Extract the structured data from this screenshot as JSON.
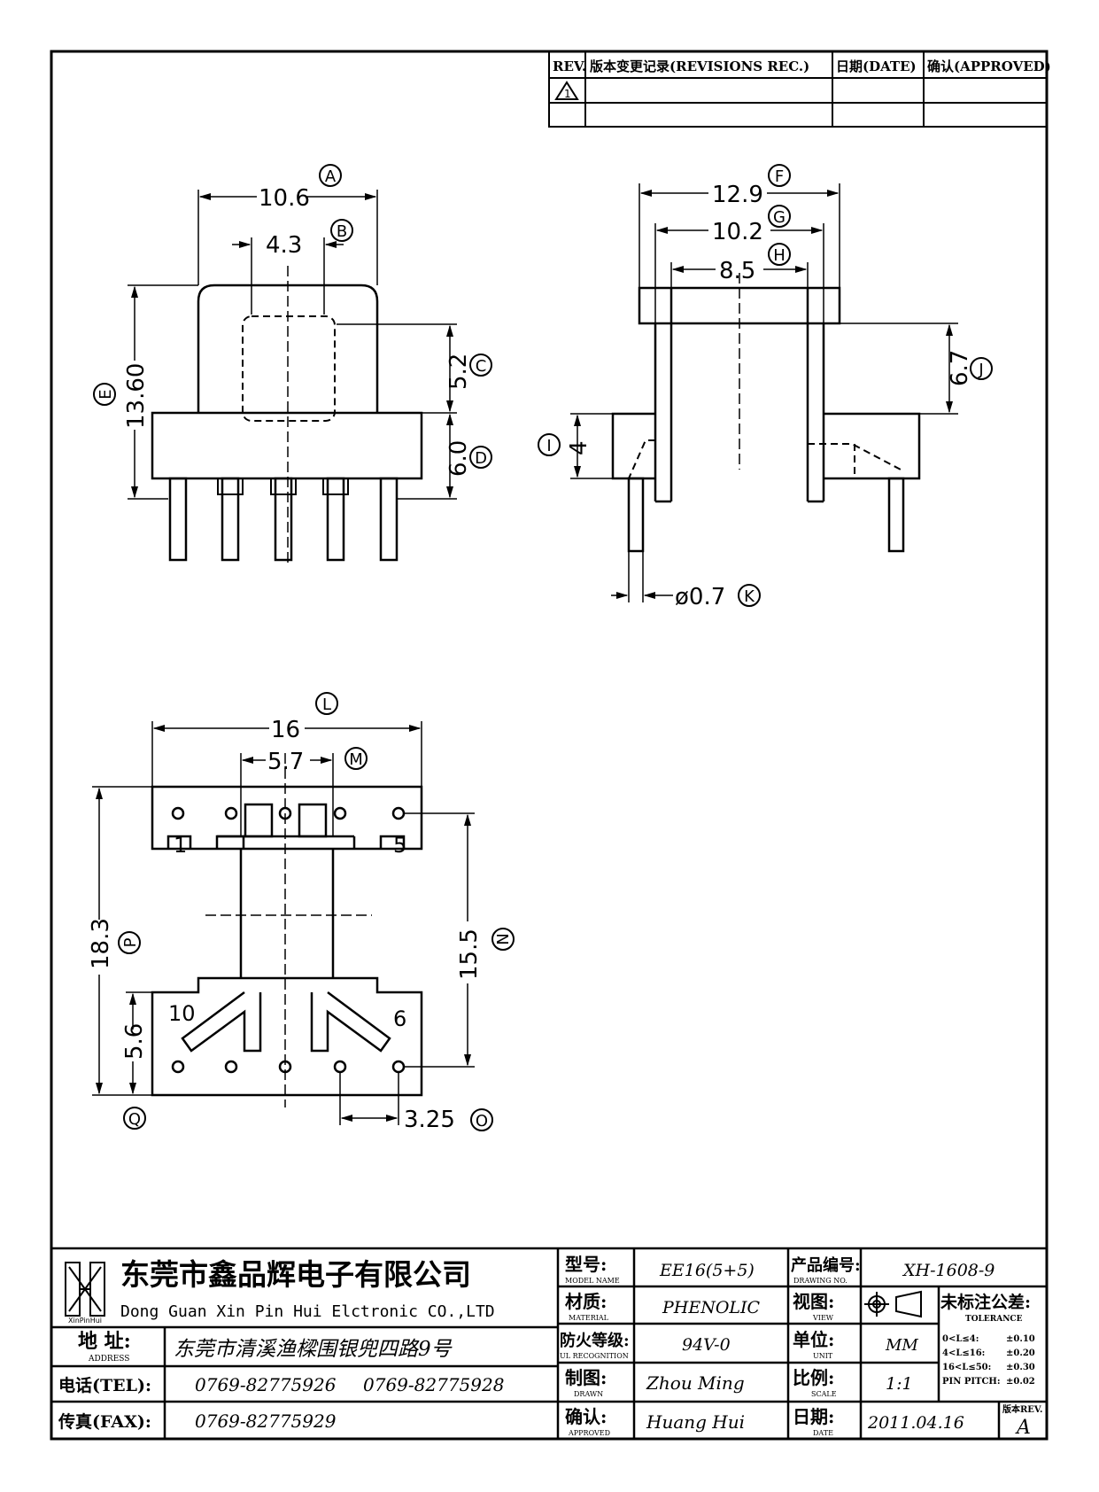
{
  "revisions": {
    "header_rev": "REV.",
    "header_record": "版本变更记录(REVISIONS REC.)",
    "header_date": "日期(DATE)",
    "header_approved": "确认(APPROVED)",
    "row1_symbol": "1"
  },
  "dimensions": {
    "A": {
      "letter": "A",
      "value": "10.6"
    },
    "B": {
      "letter": "B",
      "value": "4.3"
    },
    "C": {
      "letter": "C",
      "value": "5.2"
    },
    "D": {
      "letter": "D",
      "value": "6.0"
    },
    "E": {
      "letter": "E",
      "value": "13.60"
    },
    "F": {
      "letter": "F",
      "value": "12.9"
    },
    "G": {
      "letter": "G",
      "value": "10.2"
    },
    "H": {
      "letter": "H",
      "value": "8.5"
    },
    "I": {
      "letter": "I",
      "value": "4"
    },
    "J": {
      "letter": "J",
      "value": "6.7"
    },
    "K": {
      "letter": "K",
      "value": "ø0.7"
    },
    "L": {
      "letter": "L",
      "value": "16"
    },
    "M": {
      "letter": "M",
      "value": "5.7"
    },
    "N": {
      "letter": "N",
      "value": "15.5"
    },
    "O": {
      "letter": "O",
      "value": "3.25"
    },
    "P": {
      "letter": "P",
      "value": "18.3"
    },
    "Q": {
      "letter": "Q",
      "value": "5.6"
    }
  },
  "pins": {
    "p1": "1",
    "p5": "5",
    "p6": "6",
    "p10": "10"
  },
  "title_block": {
    "logo_text": "XinPinHui",
    "company_cn": "东莞市鑫品辉电子有限公司",
    "company_en": "Dong Guan Xin Pin Hui Elctronic CO.,LTD",
    "address_label": "地 址:",
    "address_label_en": "ADDRESS",
    "address_value": "东莞市清溪渔樑围银兜四路9号",
    "tel_label": "电话(TEL):",
    "tel_value1": "0769-82775926",
    "tel_value2": "0769-82775928",
    "fax_label": "传真(FAX):",
    "fax_value": "0769-82775929",
    "model_label": "型号:",
    "model_label_en": "MODEL NAME",
    "model_value": "EE16(5+5)",
    "material_label": "材质:",
    "material_label_en": "MATERIAL",
    "material_value": "PHENOLIC",
    "fire_label": "防火等级:",
    "fire_label_en": "UL RECOGNITION",
    "fire_value": "94V-0",
    "drawn_label": "制图:",
    "drawn_label_en": "DRAWN",
    "drawn_value": "Zhou Ming",
    "approved_label": "确认:",
    "approved_label_en": "APPROVED",
    "approved_value": "Huang Hui",
    "drawing_no_label": "产品编号:",
    "drawing_no_label_en": "DRAWING NO.",
    "drawing_no_value": "XH-1608-9",
    "view_label": "视图:",
    "view_label_en": "VIEW",
    "unit_label": "单位:",
    "unit_label_en": "UNIT",
    "unit_value": "MM",
    "scale_label": "比例:",
    "scale_label_en": "SCALE",
    "scale_value": "1:1",
    "date_label": "日期:",
    "date_label_en": "DATE",
    "date_value": "2011.04.16",
    "tolerance_title": "未标注公差:",
    "tolerance_title_en": "TOLERANCE",
    "tol1_range": "0<L≤4:",
    "tol1_value": "±0.10",
    "tol2_range": "4<L≤16:",
    "tol2_value": "±0.20",
    "tol3_range": "16<L≤50:",
    "tol3_value": "±0.30",
    "tol4_range": "PIN PITCH:",
    "tol4_value": "±0.02",
    "rev_label": "版本REV.",
    "rev_value": "A"
  }
}
